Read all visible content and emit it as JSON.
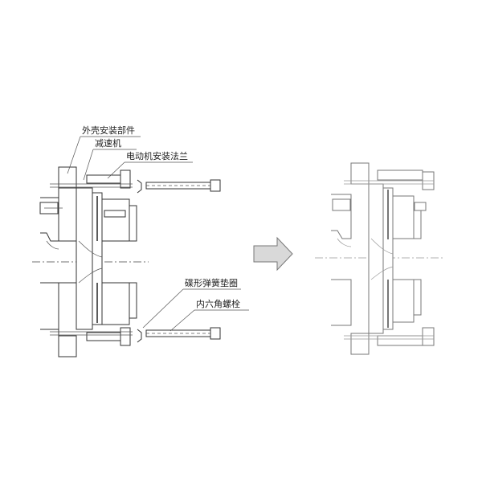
{
  "labels": {
    "housing_part": "外壳安装部件",
    "reducer": "减速机",
    "motor_flange": "电动机安装法兰",
    "disc_spring_washer": "碟形弹簧垫圈",
    "hex_socket_bolt": "内六角螺栓"
  },
  "icons": {
    "arrow": "right-arrow-icon"
  },
  "colors": {
    "line": "#333333",
    "after_line": "#777777",
    "arrow_fill": "#d9d9d9"
  }
}
